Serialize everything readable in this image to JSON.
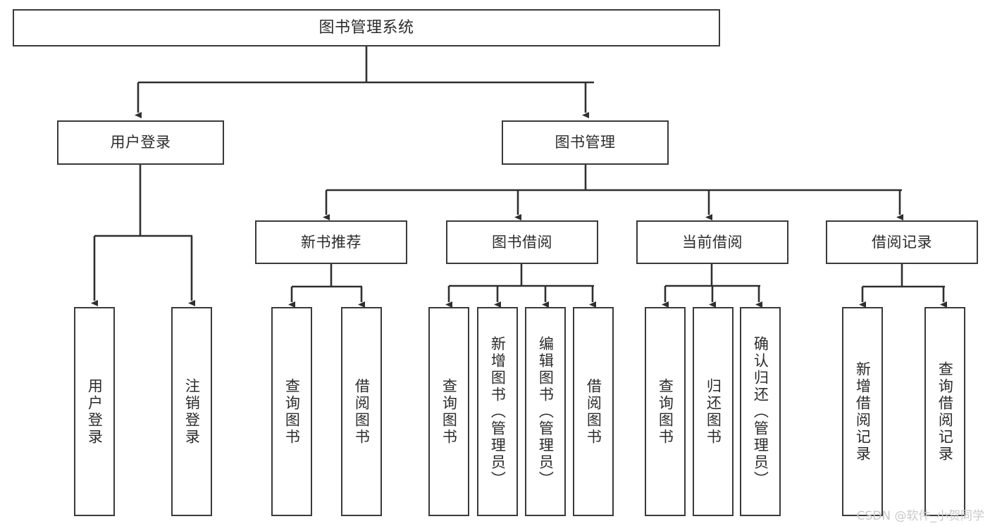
{
  "diagram": {
    "title": "图书管理系统",
    "type": "tree",
    "orientation": "top-down",
    "colors": {
      "box_border": "#3a3a3a",
      "box_fill": "#ffffff",
      "connector": "#2f2f2f",
      "text": "#2b2b2b",
      "background": "#ffffff",
      "watermark": "#c9c9c9"
    },
    "nodes": {
      "root": {
        "label": "图书管理系统",
        "level": 0,
        "text_direction": "horizontal"
      },
      "level1": [
        {
          "id": "user-login",
          "label": "用户登录",
          "text_direction": "horizontal"
        },
        {
          "id": "book-management",
          "label": "图书管理",
          "text_direction": "horizontal"
        }
      ],
      "level2": [
        {
          "id": "new-book-recommend",
          "label": "新书推荐",
          "parent": "book-management",
          "text_direction": "horizontal"
        },
        {
          "id": "book-borrow",
          "label": "图书借阅",
          "parent": "book-management",
          "text_direction": "horizontal"
        },
        {
          "id": "current-borrow",
          "label": "当前借阅",
          "parent": "book-management",
          "text_direction": "horizontal"
        },
        {
          "id": "borrow-record",
          "label": "借阅记录",
          "parent": "book-management",
          "text_direction": "horizontal"
        }
      ],
      "leaves": [
        {
          "id": "leaf-user-login",
          "label": "用户登录",
          "parent": "user-login",
          "text_direction": "vertical"
        },
        {
          "id": "leaf-logout-login",
          "label": "注销登录",
          "parent": "user-login",
          "text_direction": "vertical"
        },
        {
          "id": "leaf-query-book-1",
          "label": "查询图书",
          "parent": "new-book-recommend",
          "text_direction": "vertical"
        },
        {
          "id": "leaf-borrow-book-1",
          "label": "借阅图书",
          "parent": "new-book-recommend",
          "text_direction": "vertical"
        },
        {
          "id": "leaf-query-book-2",
          "label": "查询图书",
          "parent": "book-borrow",
          "text_direction": "vertical"
        },
        {
          "id": "leaf-add-book",
          "label": "新增图书（管理员）",
          "parent": "book-borrow",
          "text_direction": "vertical"
        },
        {
          "id": "leaf-edit-book",
          "label": "编辑图书（管理员）",
          "parent": "book-borrow",
          "text_direction": "vertical"
        },
        {
          "id": "leaf-borrow-book-2",
          "label": "借阅图书",
          "parent": "book-borrow",
          "text_direction": "vertical"
        },
        {
          "id": "leaf-query-book-3",
          "label": "查询图书",
          "parent": "current-borrow",
          "text_direction": "vertical"
        },
        {
          "id": "leaf-return-book",
          "label": "归还图书",
          "parent": "current-borrow",
          "text_direction": "vertical"
        },
        {
          "id": "leaf-confirm-return",
          "label": "确认归还（管理员）",
          "parent": "current-borrow",
          "text_direction": "vertical"
        },
        {
          "id": "leaf-add-record",
          "label": "新增借阅记录",
          "parent": "borrow-record",
          "text_direction": "vertical"
        },
        {
          "id": "leaf-query-record",
          "label": "查询借阅记录",
          "parent": "borrow-record",
          "text_direction": "vertical"
        }
      ]
    },
    "watermark": "CSDN @软件_小贺同学"
  }
}
